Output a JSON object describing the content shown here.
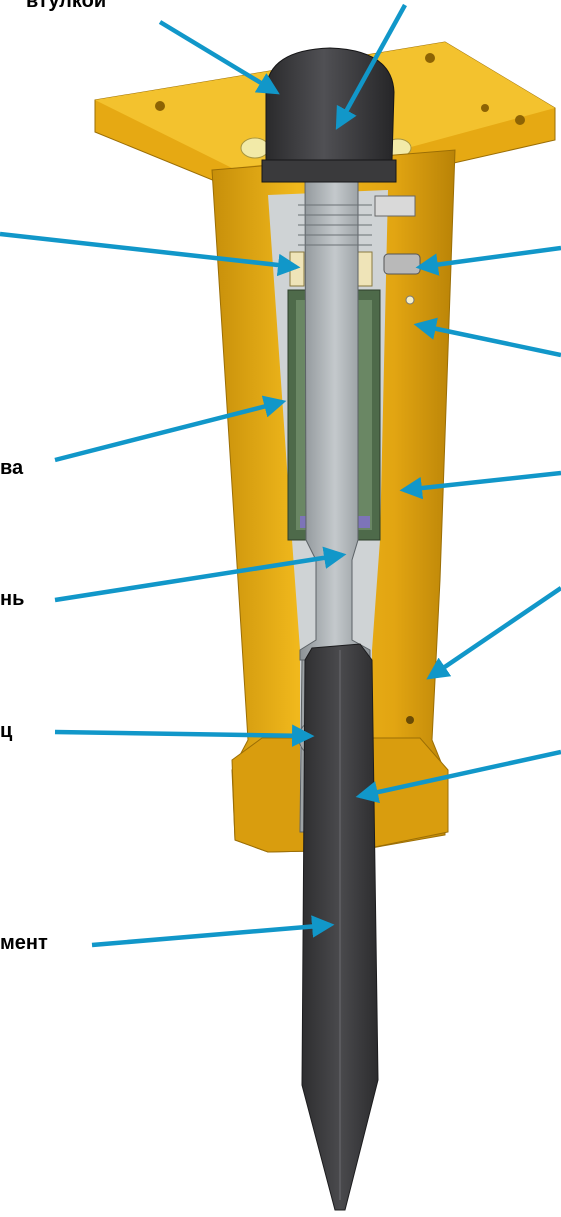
{
  "labels": {
    "sleeve": "втулкой",
    "cylinder_suffix": "ва",
    "piston_suffix": "нь",
    "pin_suffix": "ц",
    "tool_suffix": "мент"
  },
  "colors": {
    "body_yellow": "#e8ad17",
    "body_dark_yellow": "#b98307",
    "arrow_blue": "#1197c9",
    "dark_grey": "#3d3d3f",
    "steel_grey": "#a6acb0",
    "green_cylinder": "#4e6a4a"
  }
}
